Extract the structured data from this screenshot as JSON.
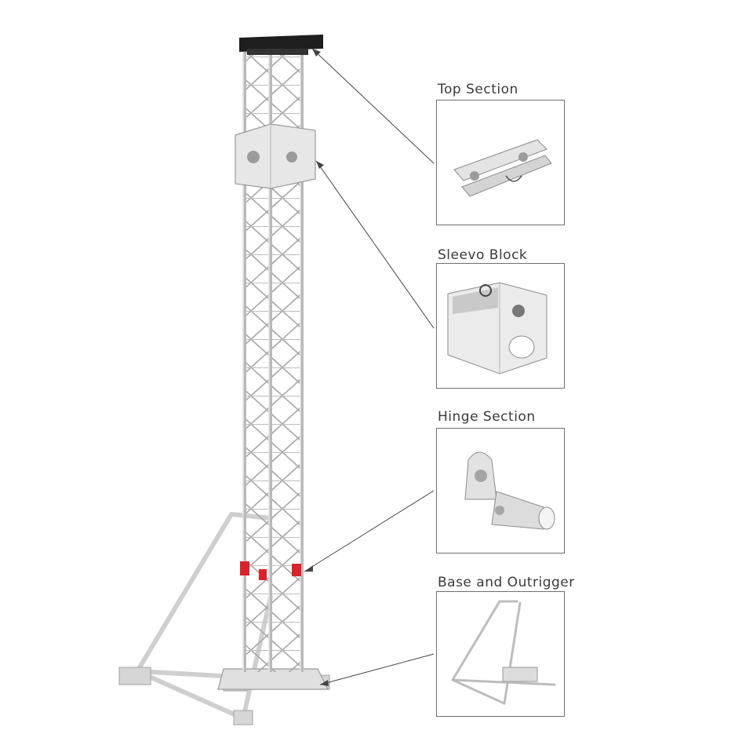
{
  "callouts": [
    {
      "id": "top-section",
      "label": "Top Section"
    },
    {
      "id": "sleeve-block",
      "label": "Sleevo Block"
    },
    {
      "id": "hinge-section",
      "label": "Hinge Section"
    },
    {
      "id": "base-outrigger",
      "label": "Base and Outrigger"
    }
  ],
  "colors": {
    "truss": "#d9d9d9",
    "truss_edge": "#9a9a9a",
    "top_beam": "#1e1e1e",
    "hinge_accent": "#d8232a",
    "leader": "#444444"
  }
}
